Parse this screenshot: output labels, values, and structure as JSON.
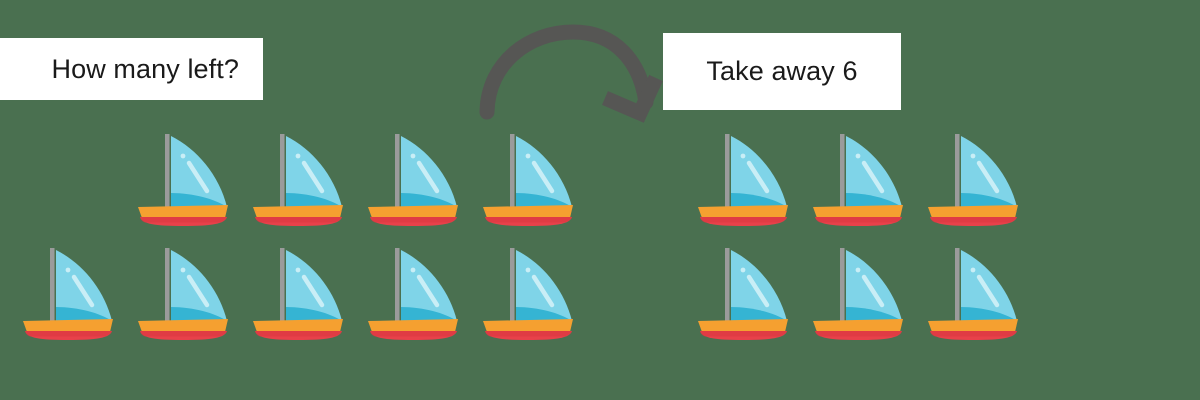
{
  "background_color": "#4a7050",
  "labels": {
    "left": {
      "text": "How many left?",
      "box_color": "#ffffff",
      "text_color": "#1a1a1a"
    },
    "right": {
      "text": "Take away 6",
      "box_color": "#ffffff",
      "text_color": "#1a1a1a"
    }
  },
  "arrow": {
    "name": "curved-arrow",
    "color": "#565654",
    "direction": "left-to-right-arc-down"
  },
  "boat": {
    "name": "sailboat",
    "sail_light_color": "#7fd4e8",
    "sail_dark_color": "#35b4d3",
    "mast_color": "#9b9b9b",
    "deck_color": "#f5a030",
    "hull_color": "#e8414a",
    "hull_shadow_color": "#d8363f",
    "highlight_color": "#cdeff7"
  },
  "counts": {
    "total": 15,
    "taken_away": 6,
    "remaining": 9
  },
  "rows": [
    {
      "name": "boat-row-1",
      "left_group_x": [
        135,
        250,
        365,
        480
      ],
      "right_group_x": [
        695,
        810,
        925
      ]
    },
    {
      "name": "boat-row-2",
      "left_group_x": [
        20,
        135,
        250,
        365,
        480
      ],
      "right_group_x": [
        695,
        810,
        925
      ]
    }
  ]
}
